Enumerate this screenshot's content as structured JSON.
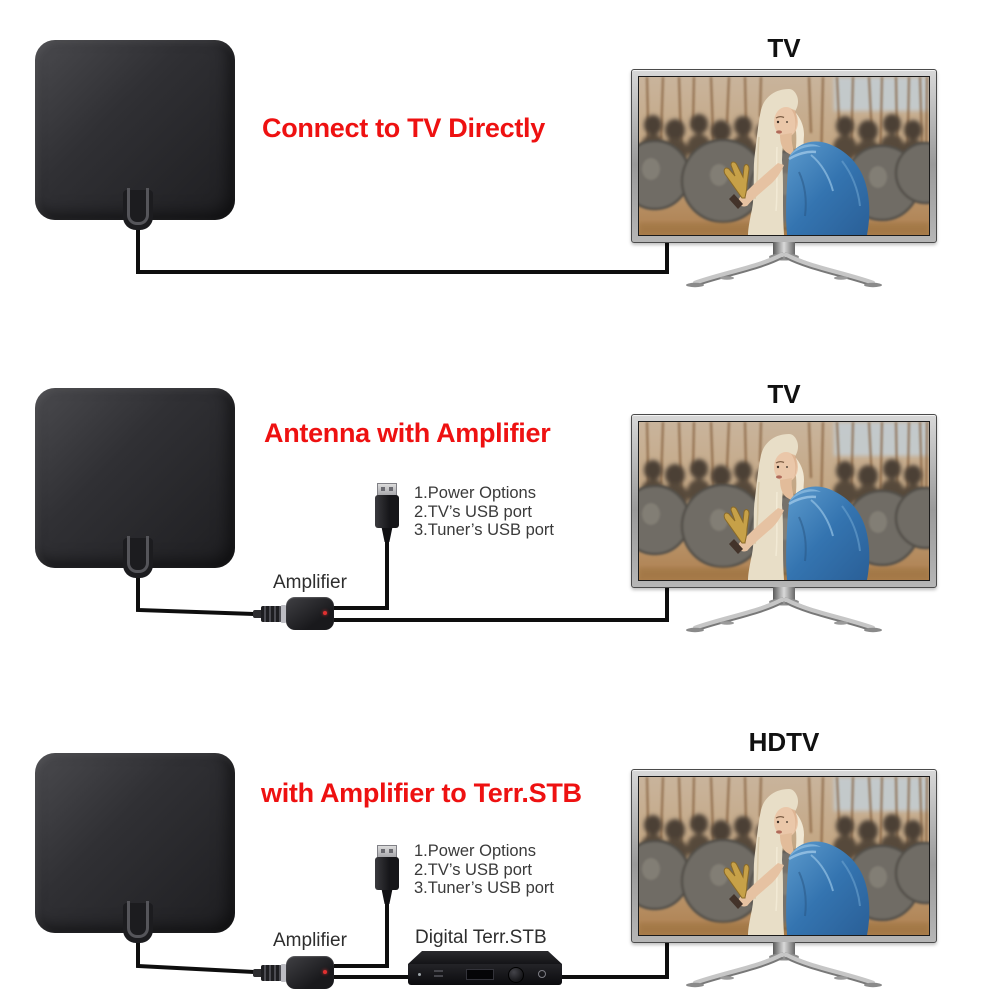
{
  "page": {
    "background": "#ffffff"
  },
  "colors": {
    "accent_red": "#ee1111",
    "label_text": "#2e2e2e",
    "note_text": "#3a3a3a",
    "tv_label_text": "#111111",
    "cable": "#0e0e0e"
  },
  "sections": [
    {
      "title": "Connect to TV Directly",
      "tv_label": "TV"
    },
    {
      "title": "Antenna with Amplifier",
      "tv_label": "TV",
      "amplifier_label": "Amplifier",
      "usb_notes": [
        "1.Power Options",
        "2.TV’s USB port",
        "3.Tuner’s USB port"
      ]
    },
    {
      "title": "with Amplifier to Terr.STB",
      "tv_label": "HDTV",
      "amplifier_label": "Amplifier",
      "stb_label": "Digital Terr.STB",
      "usb_notes": [
        "1.Power Options",
        "2.TV’s USB port",
        "3.Tuner’s USB port"
      ]
    }
  ]
}
